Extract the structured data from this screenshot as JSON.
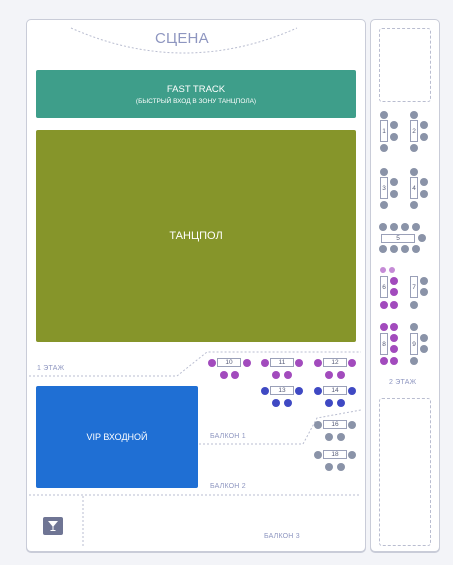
{
  "colors": {
    "fast_track": "#3e9e8a",
    "dance_floor": "#86952a",
    "vip": "#1f6fd4",
    "seat_gray": "#8a93a8",
    "seat_purple": "#a24bbd",
    "seat_blue": "#3f49c3",
    "label": "#8e96c0"
  },
  "stage": {
    "label": "СЦЕНА"
  },
  "fast_track": {
    "title": "FAST TRACK",
    "subtitle": "(БЫСТРЫЙ ВХОД В ЗОНУ ТАНЦПОЛА)"
  },
  "dance_floor": {
    "label": "ТАНЦПОЛ"
  },
  "vip": {
    "label": "VIP ВХОДНОЙ"
  },
  "levels": {
    "floor1": "1 ЭТАЖ",
    "floor2": "2 ЭТАЖ",
    "balcony1": "БАЛКОН 1",
    "balcony2": "БАЛКОН 2",
    "balcony3": "БАЛКОН 3"
  },
  "bar_icon": "cocktail-glass-icon",
  "tables": {
    "t1": "1",
    "t2": "2",
    "t3": "3",
    "t4": "4",
    "t5": "5",
    "t6": "6",
    "t7": "7",
    "t8": "8",
    "t9": "9",
    "t10": "10",
    "t11": "11",
    "t12": "12",
    "t13": "13",
    "t14": "14",
    "t16": "16",
    "t18": "18"
  }
}
